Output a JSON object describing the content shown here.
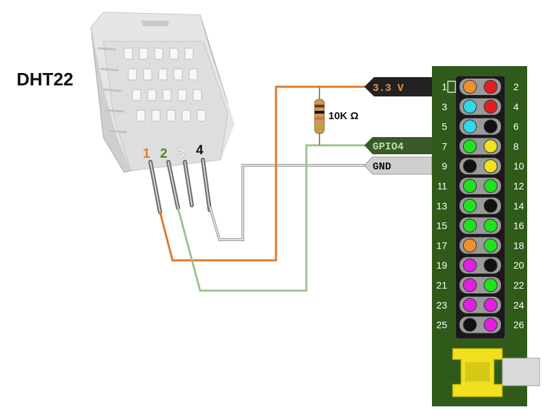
{
  "sensor": {
    "name": "DHT22",
    "pins": [
      {
        "label": "1",
        "color": "#e0782a"
      },
      {
        "label": "2",
        "color": "#4a8a2a"
      },
      {
        "label": "3",
        "color": "#ffffff"
      },
      {
        "label": "4",
        "color": "#111111"
      }
    ]
  },
  "resistor": {
    "label": "10K Ω"
  },
  "tags": {
    "v33": {
      "text": "3.3 V",
      "bg": "#222222",
      "fg": "#f0903a"
    },
    "gpio4": {
      "text": "GPIO4",
      "bg": "#3a5a2a",
      "fg": "#b8e0a0"
    },
    "gnd": {
      "text": "GND",
      "bg": "#cfcfcf",
      "fg": "#111111"
    }
  },
  "wires": {
    "vcc": "#e0782a",
    "data": "#9cc48a",
    "ground": "#c8c8c8"
  },
  "header": {
    "board_color": "#2f5a1a",
    "rows": [
      {
        "left": "1",
        "right": "2",
        "pins": [
          "#f0902a",
          "#e02020"
        ]
      },
      {
        "left": "3",
        "right": "4",
        "pins": [
          "#30d8e8",
          "#e02020"
        ]
      },
      {
        "left": "5",
        "right": "6",
        "pins": [
          "#30d8e8",
          "#111111"
        ]
      },
      {
        "left": "7",
        "right": "8",
        "pins": [
          "#20e020",
          "#f0e020"
        ]
      },
      {
        "left": "9",
        "right": "10",
        "pins": [
          "#111111",
          "#f0e020"
        ]
      },
      {
        "left": "11",
        "right": "12",
        "pins": [
          "#20e020",
          "#20e020"
        ]
      },
      {
        "left": "13",
        "right": "14",
        "pins": [
          "#20e020",
          "#111111"
        ]
      },
      {
        "left": "15",
        "right": "16",
        "pins": [
          "#20e020",
          "#20e020"
        ]
      },
      {
        "left": "17",
        "right": "18",
        "pins": [
          "#f0902a",
          "#20e020"
        ]
      },
      {
        "left": "19",
        "right": "20",
        "pins": [
          "#e020e0",
          "#111111"
        ]
      },
      {
        "left": "21",
        "right": "22",
        "pins": [
          "#e020e0",
          "#20e020"
        ]
      },
      {
        "left": "23",
        "right": "24",
        "pins": [
          "#e020e0",
          "#e020e0"
        ]
      },
      {
        "left": "25",
        "right": "26",
        "pins": [
          "#111111",
          "#e020e0"
        ]
      }
    ]
  }
}
